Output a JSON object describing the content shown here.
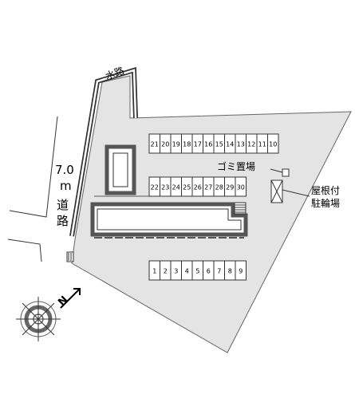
{
  "labels": {
    "waterway": "水路",
    "road_width": "7.0",
    "road_unit": "m",
    "road_kanji_1": "道",
    "road_kanji_2": "路",
    "garbage": "ゴミ置場",
    "bike_line_1": "屋根付",
    "bike_line_2": "駐輪場"
  },
  "parking": {
    "row_top": [
      "21",
      "20",
      "19",
      "18",
      "17",
      "16",
      "15",
      "14",
      "13",
      "12",
      "11",
      "10"
    ],
    "row_mid": [
      "22",
      "23",
      "24",
      "25",
      "26",
      "27",
      "28",
      "29",
      "30"
    ],
    "row_bottom": [
      "1",
      "2",
      "3",
      "4",
      "5",
      "6",
      "7",
      "8",
      "9"
    ]
  },
  "compass": {
    "north_label": "N"
  },
  "colors": {
    "lot_fill": "#e4e4e4",
    "outline": "#555555",
    "building_fill": "#ffffff",
    "building_wall": "#555555",
    "channel": "#333333"
  }
}
